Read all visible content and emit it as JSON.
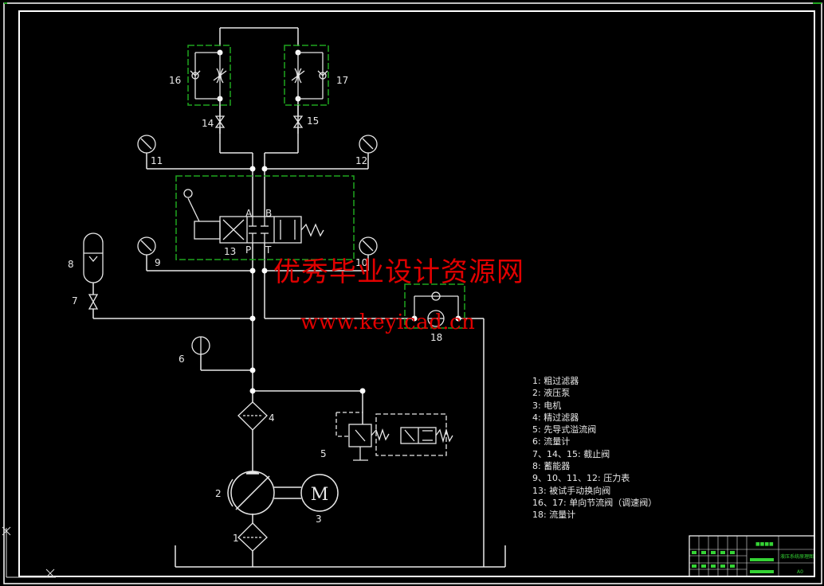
{
  "labels": {
    "n1": "1",
    "n2": "2",
    "n3": "3",
    "n4": "4",
    "n5": "5",
    "n6": "6",
    "n7": "7",
    "n8": "8",
    "n9": "9",
    "n10": "10",
    "n11": "11",
    "n12": "12",
    "n13": "13",
    "n14": "14",
    "n15": "15",
    "n16": "16",
    "n17": "17",
    "n18": "18",
    "port_a": "A",
    "port_b": "B",
    "port_p": "P",
    "port_t": "T",
    "motor": "M"
  },
  "legend": [
    "1: 粗过滤器",
    "2: 液压泵",
    "3: 电机",
    "4: 精过滤器",
    "5: 先导式溢流阀",
    "6: 流量计",
    "7、14、15: 截止阀",
    "8: 蓄能器",
    "9、10、11、12: 压力表",
    "13: 被试手动换向阀",
    "16、17: 单向节流阀（调速阀）",
    "18: 流量计"
  ],
  "watermark": {
    "line1": "优秀毕业设计资源网",
    "line2": "www.keyicad.cn"
  },
  "title_block": {
    "drawing_name": "液压系统原理图",
    "scale": "A0"
  },
  "colors": {
    "line": "#e8e8e8",
    "border": "#ffffff",
    "dashed_box": "#1fa51f",
    "watermark": "#e10000",
    "title_block": "#35d335"
  }
}
